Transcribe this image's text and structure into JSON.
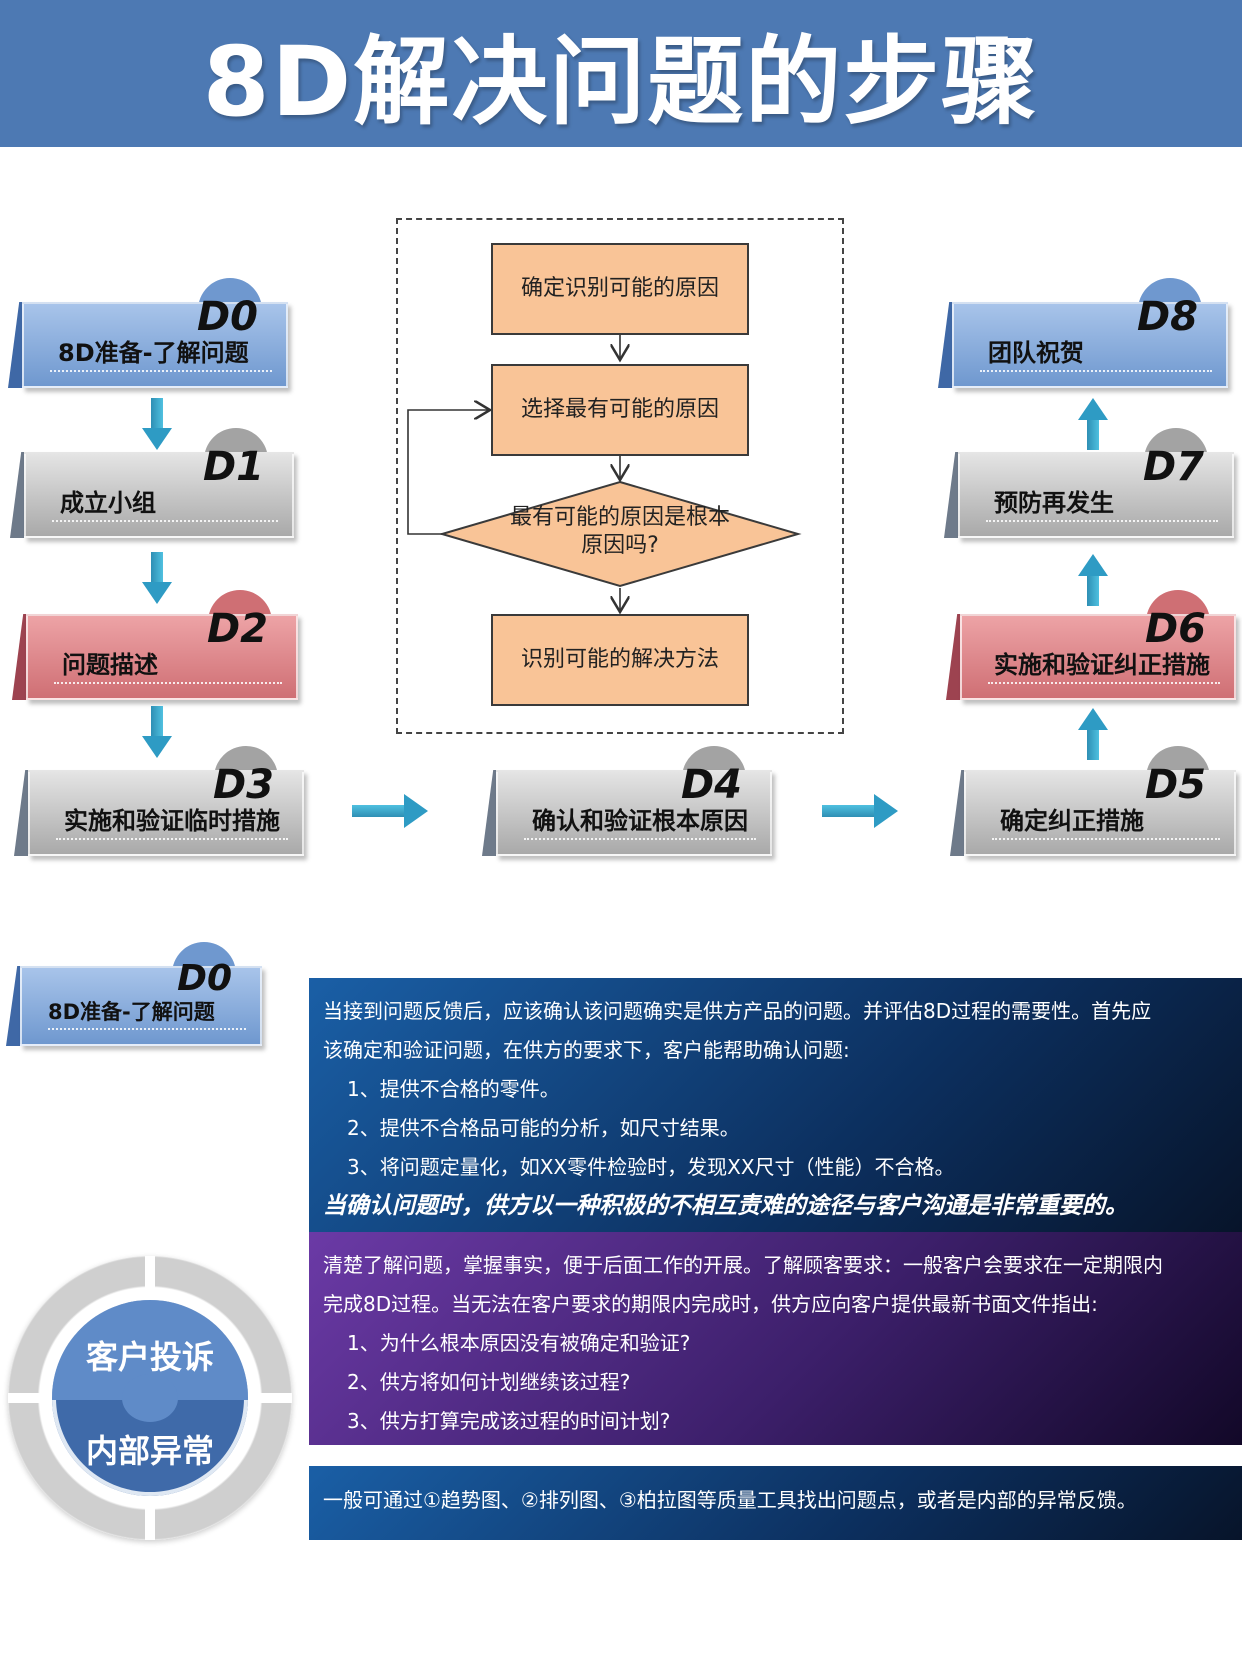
{
  "title": "8D解决问题的步骤",
  "steps": {
    "d0": {
      "code": "D0",
      "label": "8D准备-了解问题"
    },
    "d1": {
      "code": "D1",
      "label": "成立小组"
    },
    "d2": {
      "code": "D2",
      "label": "问题描述"
    },
    "d3": {
      "code": "D3",
      "label": "实施和验证临时措施"
    },
    "d4": {
      "code": "D4",
      "label": "确认和验证根本原因"
    },
    "d5": {
      "code": "D5",
      "label": "确定纠正措施"
    },
    "d6": {
      "code": "D6",
      "label": "实施和验证纠正措施"
    },
    "d7": {
      "code": "D7",
      "label": "预防再发生"
    },
    "d8": {
      "code": "D8",
      "label": "团队祝贺"
    }
  },
  "flow": {
    "box1": "确定识别可能的原因",
    "box2": "选择最有可能的原因",
    "decision": "最有可能的原因是根本原因吗?",
    "box3": "识别可能的解决方法"
  },
  "detail": {
    "card": {
      "code": "D0",
      "label": "8D准备-了解问题"
    },
    "panel1": {
      "intro1": "当接到问题反馈后，应该确认该问题确实是供方产品的问题。并评估8D过程的需要性。首先应",
      "intro2": "该确定和验证问题，在供方的要求下，客户能帮助确认问题:",
      "items": [
        "1、提供不合格的零件。",
        "2、提供不合格品可能的分析，如尺寸结果。",
        "3、将问题定量化，如XX零件检验时，发现XX尺寸（性能）不合格。"
      ],
      "emphasis": "当确认问题时，供方以一种积极的不相互责难的途径与客户沟通是非常重要的。"
    },
    "panel2": {
      "intro1": "清楚了解问题，掌握事实，便于后面工作的开展。了解顾客要求：一般客户会要求在一定期限内",
      "intro2": "完成8D过程。当无法在客户要求的期限内完成时，供方应向客户提供最新书面文件指出:",
      "items": [
        "1、为什么根本原因没有被确定和验证?",
        "2、供方将如何计划继续该过程?",
        "3、供方打算完成该过程的时间计划?"
      ]
    },
    "panel3": {
      "text": "一般可通过①趋势图、②排列图、③柏拉图等质量工具找出问题点，或者是内部的异常反馈。"
    },
    "ring": {
      "top": "客户投诉",
      "bottom": "内部异常"
    }
  },
  "colors": {
    "header": "#4d79b3",
    "flow_box": "#f9c497",
    "arrow": "#2e9bc4"
  }
}
